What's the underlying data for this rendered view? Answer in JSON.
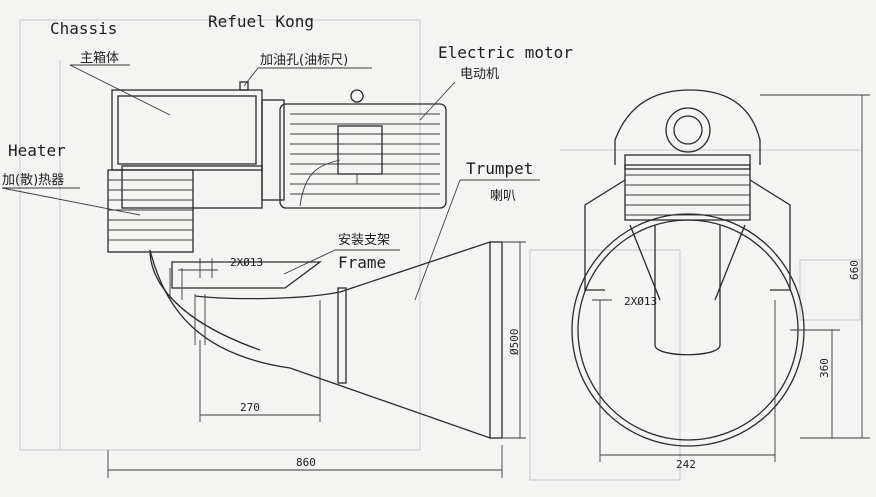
{
  "labels": {
    "chassis_en": "Chassis",
    "chassis_cn": "主箱体",
    "refuel_en": "Refuel Kong",
    "refuel_cn": "加油孔(油标尺)",
    "motor_en": "Electric motor",
    "motor_cn": "电动机",
    "heater_en": "Heater",
    "heater_cn": "加(散)热器",
    "trumpet_en": "Trumpet",
    "trumpet_cn": "喇叭",
    "frame_cn": "安装支架",
    "frame_en": "Frame"
  },
  "dimensions": {
    "hole_left": "2XØ13",
    "hole_right": "2XØ13",
    "length_270": "270",
    "length_860": "860",
    "diameter_500": "Ø500",
    "width_242": "242",
    "height_360": "360",
    "height_660": "660"
  },
  "colors": {
    "ink": "#2a2a2a",
    "paper": "#f4f4f2",
    "ghost": "#c9c9c9"
  }
}
